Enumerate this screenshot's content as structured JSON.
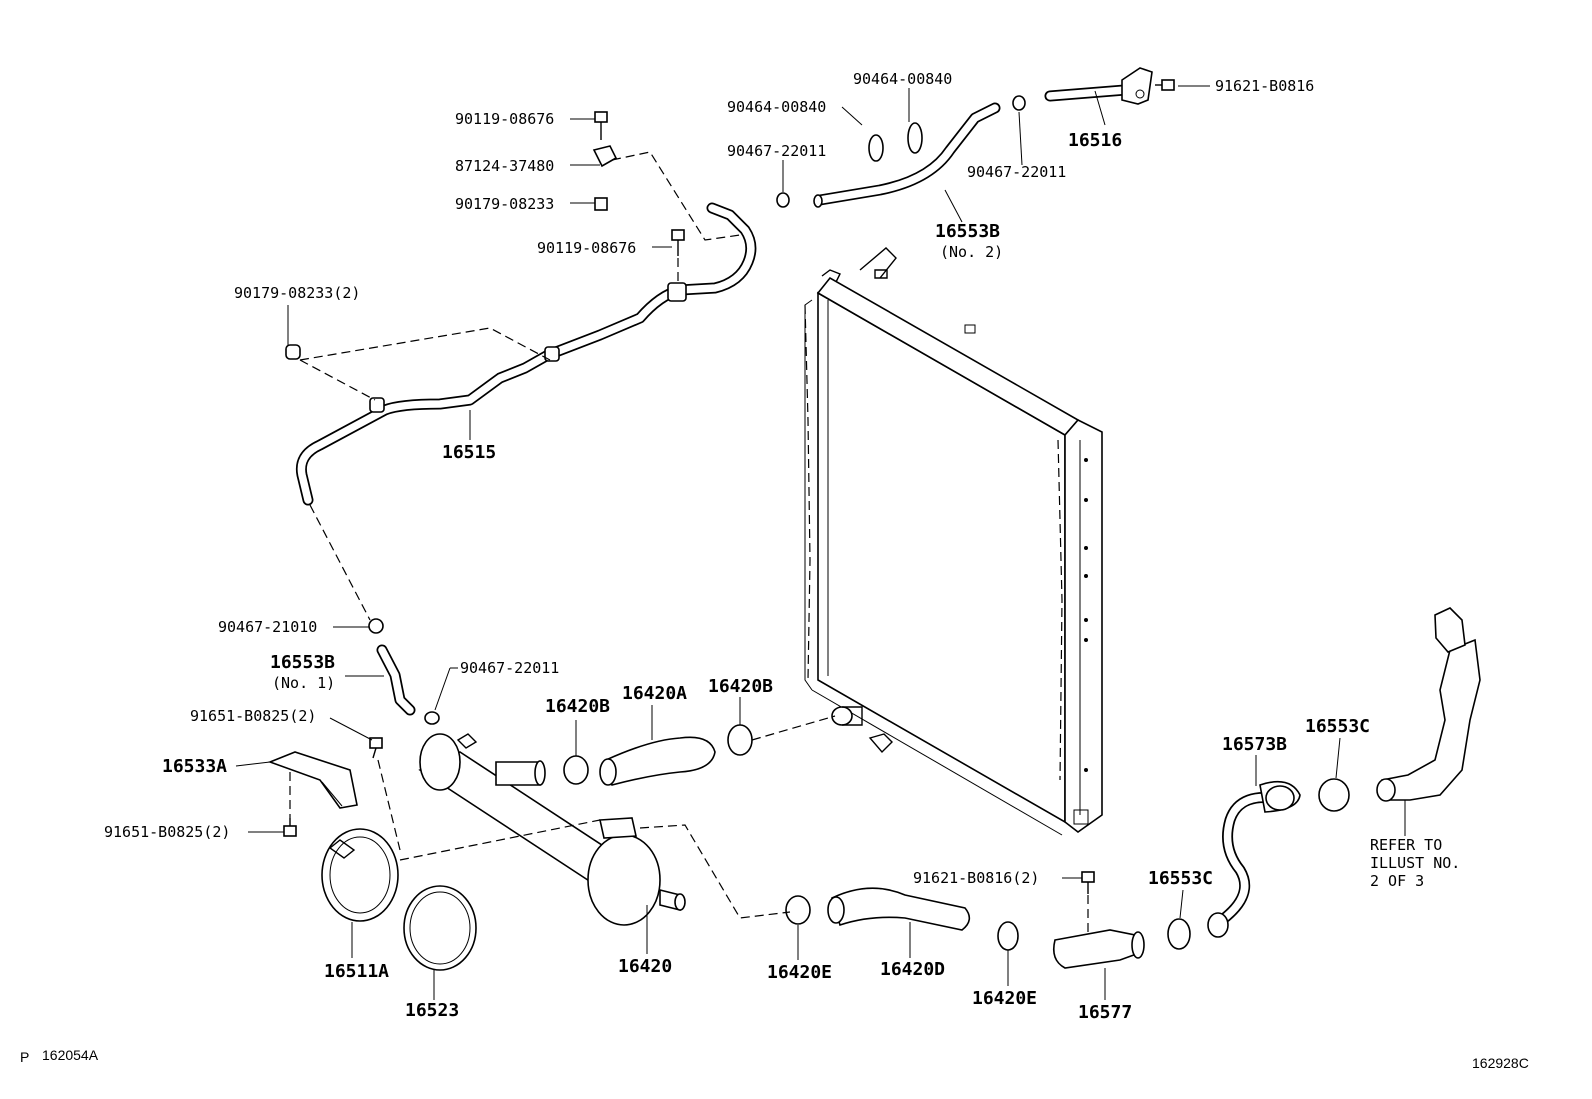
{
  "labels": {
    "p90464_00840_a": "90464-00840",
    "p90464_00840_b": "90464-00840",
    "p91621_b0816_top": "91621-B0816",
    "p90119_08676_a": "90119-08676",
    "p87124_37480": "87124-37480",
    "p90467_22011_a": "90467-22011",
    "p90179_08233": "90179-08233",
    "p16516": "16516",
    "p90467_22011_b": "90467-22011",
    "p90119_08676_b": "90119-08676",
    "p16553b_no2": "16553B",
    "p16553b_no2_sub": "(No. 2)",
    "p90179_08233_2": "90179-08233(2)",
    "p16515": "16515",
    "p90467_21010": "90467-21010",
    "p16553b_no1": "16553B",
    "p16553b_no1_sub": "(No. 1)",
    "p90467_22011_c": "90467-22011",
    "p16420b_a": "16420B",
    "p16420a": "16420A",
    "p16420b_b": "16420B",
    "p91651_b0825_top": "91651-B0825(2)",
    "p16533a": "16533A",
    "p91651_b0825_bot": "91651-B0825(2)",
    "p16573b": "16573B",
    "p16553c_a": "16553C",
    "p16553c_b": "16553C",
    "p91621_b0816_2": "91621-B0816(2)",
    "p16511a": "16511A",
    "p16523": "16523",
    "p16420": "16420",
    "p16420e_a": "16420E",
    "p16420d": "16420D",
    "p16420e_b": "16420E",
    "p16577": "16577",
    "refer_line1": "REFER TO",
    "refer_line2": "ILLUST NO.",
    "refer_line3": "2 OF 3"
  },
  "footer": {
    "left_prefix": "P",
    "left_code": "162054A",
    "right_code": "162928C"
  }
}
